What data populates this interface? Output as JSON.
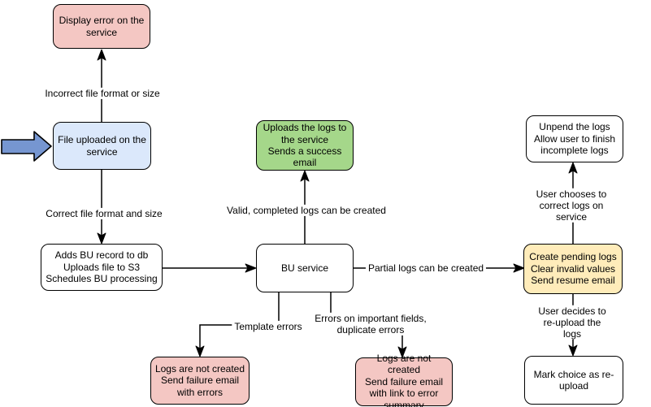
{
  "diagram_type": "flowchart",
  "nodes": {
    "display_error": "Display error on the\nservice",
    "file_uploaded": "File uploaded on the\nservice",
    "adds_bu": "Adds BU record to db\nUploads file to S3\nSchedules BU processing",
    "bu_service": "BU service",
    "uploads_logs": "Uploads the logs to\nthe service\nSends a success\nemail",
    "create_pending": "Create pending logs\nClear invalid values\nSend resume email",
    "unpend": "Unpend the logs\nAllow user to finish\nincomplete logs",
    "mark_choice": "Mark choice as re-\nupload",
    "logs_failure_errors": "Logs are not created\nSend failure email\nwith errors",
    "logs_failure_summary": "Logs are not created\nSend failure email\nwith link to error\nsummary"
  },
  "edge_labels": {
    "incorrect_format": "Incorrect file format or size",
    "correct_format": "Correct file format and size",
    "valid_logs": "Valid, completed logs can be created",
    "partial_logs": "Partial logs can be created",
    "user_chooses": "User chooses to correct logs on service",
    "user_decides": "User decides to re-upload the logs",
    "template_errors": "Template errors",
    "important_errors": "Errors on important fields,\nduplicate errors"
  },
  "colors": {
    "node_pink": "#f4c7c3",
    "node_blue": "#dbe8fb",
    "node_green": "#a5d78a",
    "node_yellow": "#ffecba",
    "node_white": "#ffffff",
    "input_arrow_blue": "#7696d1",
    "line": "#000000",
    "background": "#ffffff"
  }
}
